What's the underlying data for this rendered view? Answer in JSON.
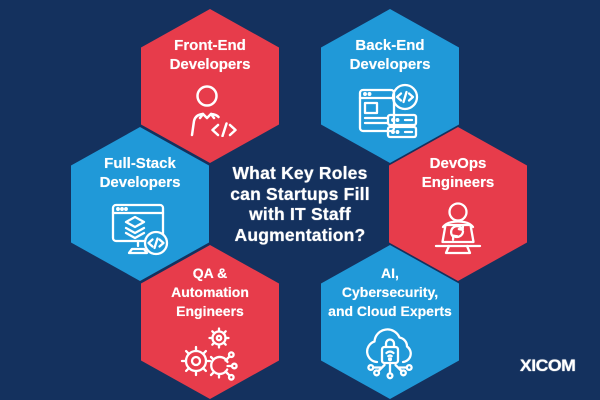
{
  "background_color": "#14315e",
  "colors": {
    "navy_background": "#14315e",
    "hex_red": "#e73c4b",
    "hex_blue": "#2099d8",
    "text_and_icons": "#ffffff"
  },
  "title": {
    "text": "What Key Roles\ncan Startups Fill\nwith IT Staff\nAugmentation?"
  },
  "brand": {
    "logo_text": "XICOM"
  },
  "hexagons": [
    {
      "label": "Front-End\nDevelopers",
      "color": "#e73c4b",
      "icon": "developer-person-code-icon"
    },
    {
      "label": "Back-End\nDevelopers",
      "color": "#2099d8",
      "icon": "browser-server-code-icon"
    },
    {
      "label": "Full-Stack\nDevelopers",
      "color": "#2099d8",
      "icon": "monitor-layers-code-icon"
    },
    {
      "label": "DevOps\nEngineers",
      "color": "#e73c4b",
      "icon": "person-laptop-sync-icon"
    },
    {
      "label": "QA &\nAutomation\nEngineers",
      "color": "#e73c4b",
      "icon": "gears-automation-icon"
    },
    {
      "label": "AI,\nCybersecurity,\nand Cloud Experts",
      "color": "#2099d8",
      "icon": "cloud-lock-circuit-icon"
    }
  ]
}
